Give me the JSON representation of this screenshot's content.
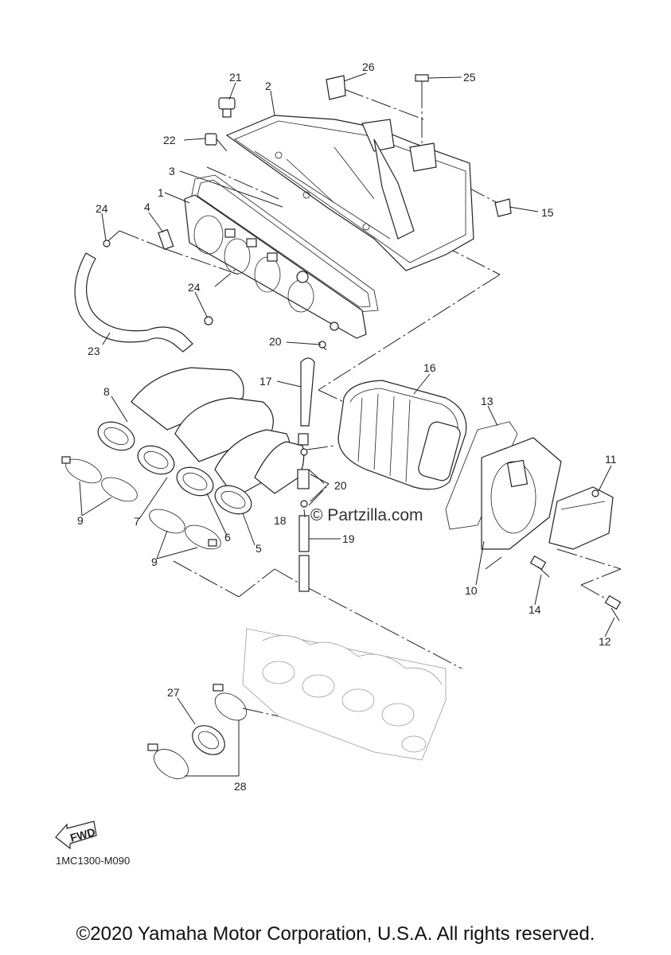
{
  "diagram": {
    "callouts": [
      "1",
      "2",
      "3",
      "4",
      "5",
      "6",
      "7",
      "8",
      "9",
      "9",
      "10",
      "11",
      "12",
      "13",
      "14",
      "15",
      "16",
      "17",
      "18",
      "19",
      "20",
      "20",
      "21",
      "22",
      "23",
      "24",
      "24",
      "25",
      "26",
      "27",
      "28"
    ],
    "fwd_label": "FWD",
    "diagram_code": "1MC1300-M090",
    "watermark": "© Partzilla.com",
    "copyright": "©2020 Yamaha Motor Corporation, U.S.A. All rights reserved."
  }
}
